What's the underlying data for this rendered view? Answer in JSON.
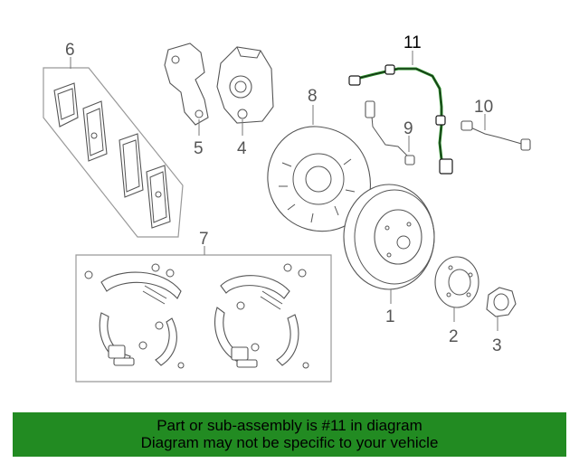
{
  "callouts": {
    "c1": "1",
    "c2": "2",
    "c3": "3",
    "c4": "4",
    "c5": "5",
    "c6": "6",
    "c7": "7",
    "c8": "8",
    "c9": "9",
    "c10": "10",
    "c11": "11"
  },
  "highlight": {
    "part_number": "11",
    "color": "#228b22"
  },
  "banner": {
    "line1": "Part or sub-assembly is #11 in diagram",
    "line2": "Diagram may not be specific to your vehicle",
    "background": "#228b22"
  }
}
